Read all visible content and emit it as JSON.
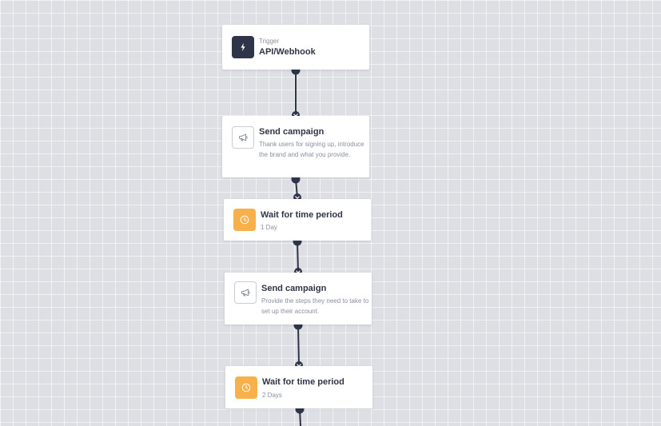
{
  "colors": {
    "canvas": "#dedfe4",
    "node_background": "#ffffff",
    "connector": "#2f3548",
    "trigger_icon": "#2f3548",
    "wait_icon": "#f8b04a"
  },
  "workflow": {
    "nodes": [
      {
        "type": "trigger",
        "icon": "lightning-bolt-icon",
        "eyebrow": "Trigger",
        "title": "API/Webhook"
      },
      {
        "type": "send-campaign",
        "icon": "megaphone-icon",
        "title": "Send campaign",
        "description": "Thank users for signing up, introduce the brand and what you provide."
      },
      {
        "type": "wait",
        "icon": "clock-icon",
        "title": "Wait for time period",
        "description": "1 Day"
      },
      {
        "type": "send-campaign",
        "icon": "megaphone-icon",
        "title": "Send campaign",
        "description": "Provide the steps they need to take to set up their account."
      },
      {
        "type": "wait",
        "icon": "clock-icon",
        "title": "Wait for time period",
        "description": "2 Days"
      }
    ]
  }
}
